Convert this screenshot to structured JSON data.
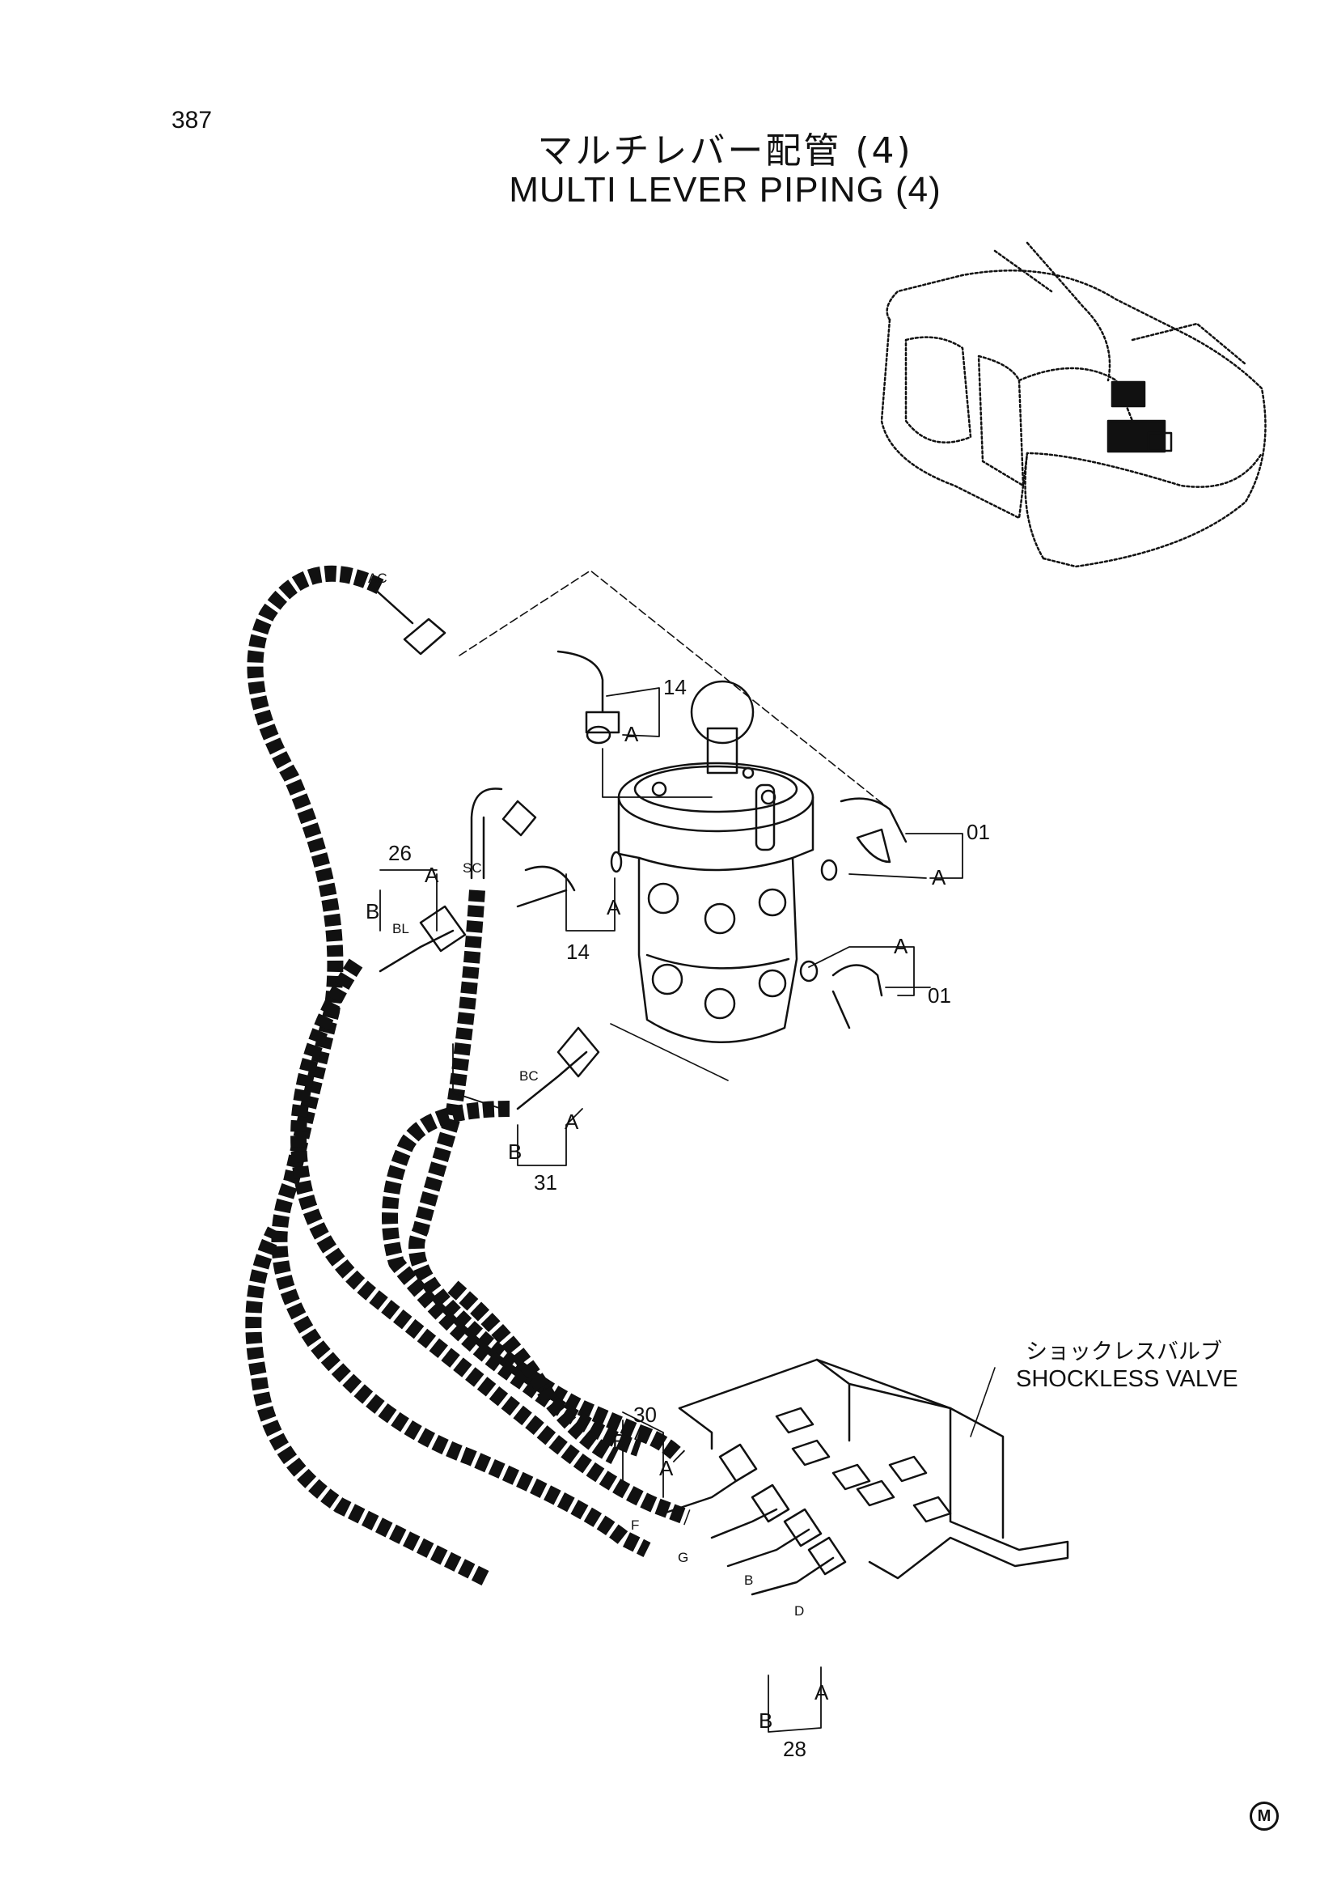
{
  "page_number": "387",
  "title_jp": "マルチレバー配管 (4)",
  "title_en": "MULTI LEVER PIPING (4)",
  "callout": {
    "jp": "ショックレスバルブ",
    "en": "SHOCKLESS VALVE"
  },
  "labels": {
    "p14_top": "14",
    "p14_bottom": "14",
    "p01_top": "01",
    "p01_bottom": "01",
    "p26": "26",
    "p31": "31",
    "p30": "30",
    "p28": "28",
    "a": "A",
    "b": "B",
    "ac": "AC",
    "sc": "SC",
    "bl": "BL",
    "bc": "BC",
    "f": "F",
    "g": "G",
    "port_b": "B",
    "d": "D"
  },
  "manufacturer_mark": "M"
}
